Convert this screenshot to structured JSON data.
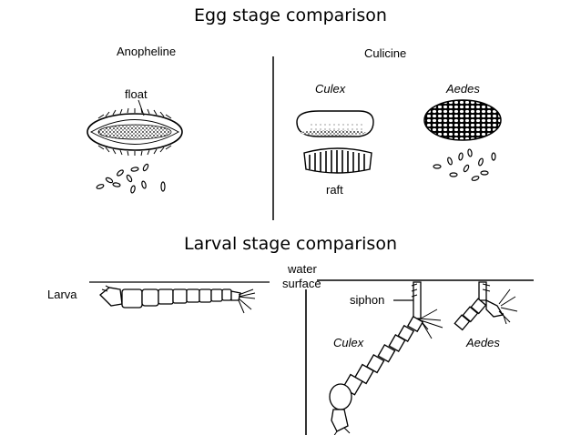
{
  "titles": {
    "egg": "Egg stage comparison",
    "larval": "Larval stage comparison"
  },
  "egg_panel": {
    "anopheline": "Anopheline",
    "culicine": "Culicine",
    "culex": "Culex",
    "aedes": "Aedes",
    "float": "float",
    "raft": "raft"
  },
  "larva_panel": {
    "larva": "Larva",
    "water_surface_line1": "water",
    "water_surface_line2": "surface",
    "siphon": "siphon",
    "culex": "Culex",
    "aedes": "Aedes"
  }
}
